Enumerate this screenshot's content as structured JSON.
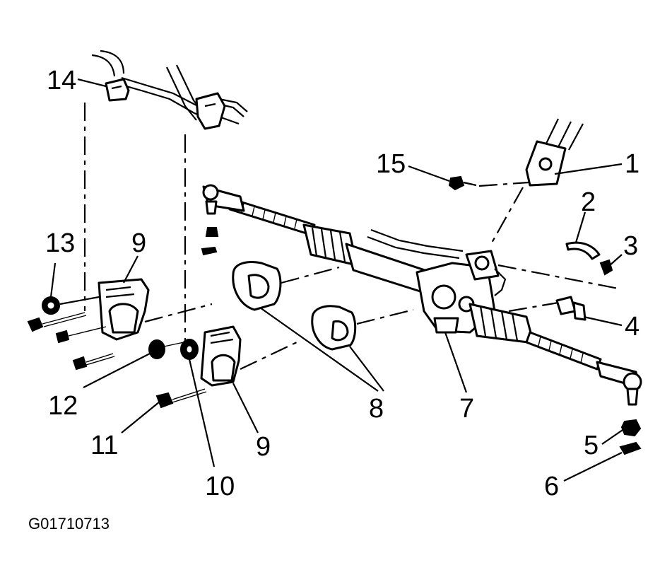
{
  "figure_code": "G01710713",
  "callouts": {
    "c1": "1",
    "c2": "2",
    "c3": "3",
    "c4": "4",
    "c5": "5",
    "c6": "6",
    "c7": "7",
    "c8": "8",
    "c9a": "9",
    "c9b": "9",
    "c10": "10",
    "c11": "11",
    "c12": "12",
    "c13": "13",
    "c14": "14",
    "c15": "15"
  }
}
